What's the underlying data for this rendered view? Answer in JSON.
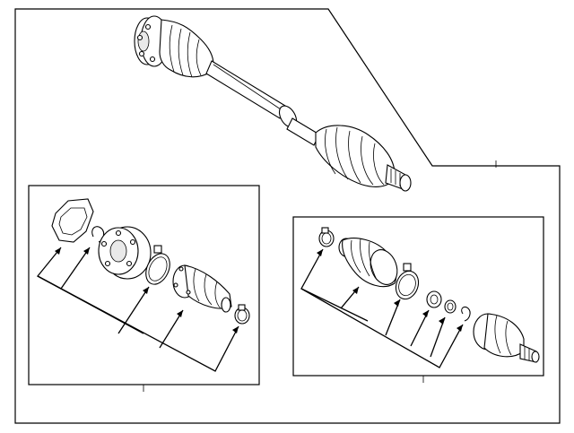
{
  "diagram": {
    "parts": [
      {
        "id": "axle-assembly",
        "icon": "axle-shaft-icon"
      },
      {
        "id": "inner-joint-kit",
        "icon": "cv-joint-kit-icon"
      },
      {
        "id": "outer-joint-kit",
        "icon": "cv-joint-kit-icon"
      }
    ],
    "inner_kit_parts": [
      "gasket-icon",
      "snap-ring-icon",
      "inner-cv-joint-icon",
      "clamp-icon",
      "boot-icon",
      "clamp-icon"
    ],
    "outer_kit_parts": [
      "clamp-icon",
      "boot-icon",
      "clamp-icon",
      "washer-icon",
      "washer-icon",
      "snap-ring-icon",
      "outer-cv-joint-icon"
    ]
  }
}
